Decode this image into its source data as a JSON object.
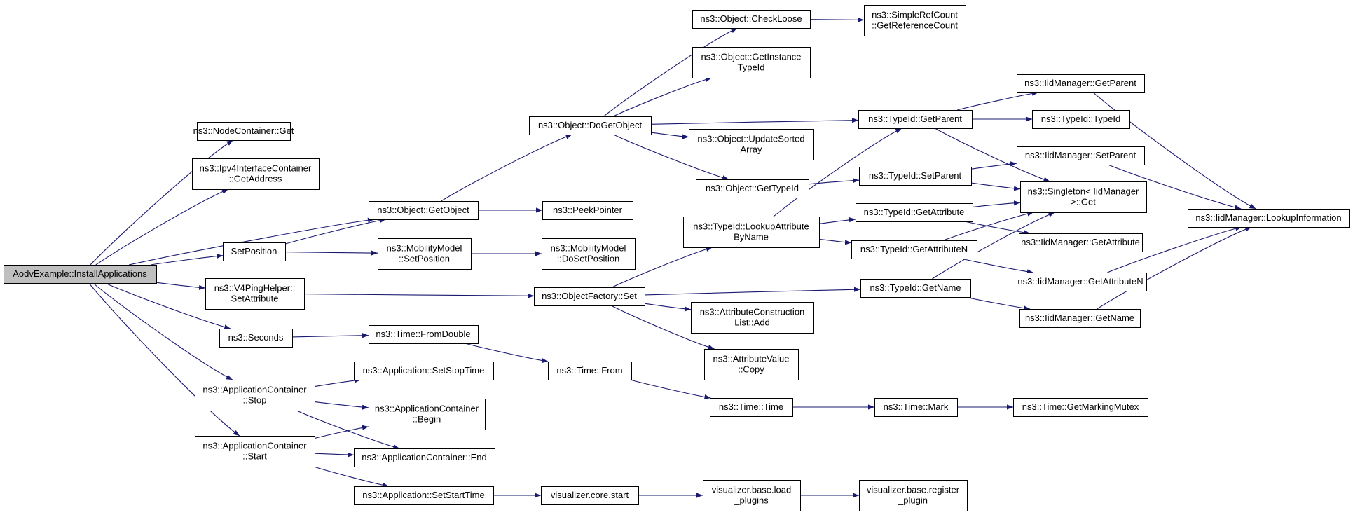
{
  "colors": {
    "edge": "#191970",
    "node_border": "#000000",
    "node_fill": "#ffffff",
    "root_fill": "#bfbfbf",
    "background": "#ffffff"
  },
  "root": "n_root",
  "nodes": [
    {
      "id": "n_root",
      "lines": [
        "AodvExample::InstallApplications"
      ]
    },
    {
      "id": "n_nc_get",
      "lines": [
        "ns3::NodeContainer::Get"
      ]
    },
    {
      "id": "n_ipv4_getaddr",
      "lines": [
        "ns3::Ipv4InterfaceContainer",
        "::GetAddress"
      ]
    },
    {
      "id": "n_obj_getobject",
      "lines": [
        "ns3::Object::GetObject"
      ]
    },
    {
      "id": "n_setposition",
      "lines": [
        "SetPosition"
      ]
    },
    {
      "id": "n_v4ping_setattr",
      "lines": [
        "ns3::V4PingHelper::",
        "SetAttribute"
      ]
    },
    {
      "id": "n_seconds",
      "lines": [
        "ns3::Seconds"
      ]
    },
    {
      "id": "n_appc_stop",
      "lines": [
        "ns3::ApplicationContainer",
        "::Stop"
      ]
    },
    {
      "id": "n_appc_start",
      "lines": [
        "ns3::ApplicationContainer",
        "::Start"
      ]
    },
    {
      "id": "n_peekpointer",
      "lines": [
        "ns3::PeekPointer"
      ]
    },
    {
      "id": "n_mm_setposition",
      "lines": [
        "ns3::MobilityModel",
        "::SetPosition"
      ]
    },
    {
      "id": "n_mm_dosetposition",
      "lines": [
        "ns3::MobilityModel",
        "::DoSetPosition"
      ]
    },
    {
      "id": "n_time_fromdouble",
      "lines": [
        "ns3::Time::FromDouble"
      ]
    },
    {
      "id": "n_time_from",
      "lines": [
        "ns3::Time::From"
      ]
    },
    {
      "id": "n_app_setstoptime",
      "lines": [
        "ns3::Application::SetStopTime"
      ]
    },
    {
      "id": "n_appc_begin",
      "lines": [
        "ns3::ApplicationContainer",
        "::Begin"
      ]
    },
    {
      "id": "n_appc_end",
      "lines": [
        "ns3::ApplicationContainer::End"
      ]
    },
    {
      "id": "n_app_setstarttime",
      "lines": [
        "ns3::Application::SetStartTime"
      ]
    },
    {
      "id": "n_viz_core_start",
      "lines": [
        "visualizer.core.start"
      ]
    },
    {
      "id": "n_viz_load_plugins",
      "lines": [
        "visualizer.base.load",
        "_plugins"
      ]
    },
    {
      "id": "n_viz_register_plugin",
      "lines": [
        "visualizer.base.register",
        "_plugin"
      ]
    },
    {
      "id": "n_obj_dogetobject",
      "lines": [
        "ns3::Object::DoGetObject"
      ]
    },
    {
      "id": "n_obj_checkloose",
      "lines": [
        "ns3::Object::CheckLoose"
      ]
    },
    {
      "id": "n_simplerefcount",
      "lines": [
        "ns3::SimpleRefCount",
        "::GetReferenceCount"
      ]
    },
    {
      "id": "n_obj_getinstancetypeid",
      "lines": [
        "ns3::Object::GetInstance",
        "TypeId"
      ]
    },
    {
      "id": "n_obj_updatesortedarray",
      "lines": [
        "ns3::Object::UpdateSorted",
        "Array"
      ]
    },
    {
      "id": "n_obj_gettypeid",
      "lines": [
        "ns3::Object::GetTypeId"
      ]
    },
    {
      "id": "n_tid_getparent",
      "lines": [
        "ns3::TypeId::GetParent"
      ]
    },
    {
      "id": "n_iidm_getparent",
      "lines": [
        "ns3::IidManager::GetParent"
      ]
    },
    {
      "id": "n_tid_typeid",
      "lines": [
        "ns3::TypeId::TypeId"
      ]
    },
    {
      "id": "n_tid_setparent",
      "lines": [
        "ns3::TypeId::SetParent"
      ]
    },
    {
      "id": "n_iidm_setparent",
      "lines": [
        "ns3::IidManager::SetParent"
      ]
    },
    {
      "id": "n_singleton_get",
      "lines": [
        "ns3::Singleton< IidManager",
        ">::Get"
      ]
    },
    {
      "id": "n_iidm_lookupinfo",
      "lines": [
        "ns3::IidManager::LookupInformation"
      ]
    },
    {
      "id": "n_tid_lookupattrbyname",
      "lines": [
        "ns3::TypeId::LookupAttribute",
        "ByName"
      ]
    },
    {
      "id": "n_tid_getattribute",
      "lines": [
        "ns3::TypeId::GetAttribute"
      ]
    },
    {
      "id": "n_iidm_getattribute",
      "lines": [
        "ns3::IidManager::GetAttribute"
      ]
    },
    {
      "id": "n_tid_getattributen",
      "lines": [
        "ns3::TypeId::GetAttributeN"
      ]
    },
    {
      "id": "n_iidm_getattributen",
      "lines": [
        "ns3::IidManager::GetAttributeN"
      ]
    },
    {
      "id": "n_objfactory_set",
      "lines": [
        "ns3::ObjectFactory::Set"
      ]
    },
    {
      "id": "n_tid_getname",
      "lines": [
        "ns3::TypeId::GetName"
      ]
    },
    {
      "id": "n_iidm_getname",
      "lines": [
        "ns3::IidManager::GetName"
      ]
    },
    {
      "id": "n_attrconstr_add",
      "lines": [
        "ns3::AttributeConstruction",
        "List::Add"
      ]
    },
    {
      "id": "n_attrvalue_copy",
      "lines": [
        "ns3::AttributeValue",
        "::Copy"
      ]
    },
    {
      "id": "n_time_time",
      "lines": [
        "ns3::Time::Time"
      ]
    },
    {
      "id": "n_time_mark",
      "lines": [
        "ns3::Time::Mark"
      ]
    },
    {
      "id": "n_time_getmarkingmutex",
      "lines": [
        "ns3::Time::GetMarkingMutex"
      ]
    }
  ],
  "edges": [
    [
      "n_root",
      "n_nc_get"
    ],
    [
      "n_root",
      "n_ipv4_getaddr"
    ],
    [
      "n_root",
      "n_obj_getobject"
    ],
    [
      "n_root",
      "n_setposition"
    ],
    [
      "n_root",
      "n_v4ping_setattr"
    ],
    [
      "n_root",
      "n_seconds"
    ],
    [
      "n_root",
      "n_appc_stop"
    ],
    [
      "n_root",
      "n_appc_start"
    ],
    [
      "n_obj_getobject",
      "n_peekpointer"
    ],
    [
      "n_obj_getobject",
      "n_obj_dogetobject"
    ],
    [
      "n_setposition",
      "n_obj_getobject"
    ],
    [
      "n_setposition",
      "n_mm_setposition"
    ],
    [
      "n_mm_setposition",
      "n_mm_dosetposition"
    ],
    [
      "n_v4ping_setattr",
      "n_objfactory_set"
    ],
    [
      "n_seconds",
      "n_time_fromdouble"
    ],
    [
      "n_time_fromdouble",
      "n_time_from"
    ],
    [
      "n_time_from",
      "n_time_time"
    ],
    [
      "n_time_time",
      "n_time_mark"
    ],
    [
      "n_time_mark",
      "n_time_getmarkingmutex"
    ],
    [
      "n_appc_stop",
      "n_app_setstoptime"
    ],
    [
      "n_appc_stop",
      "n_appc_begin"
    ],
    [
      "n_appc_stop",
      "n_appc_end"
    ],
    [
      "n_appc_start",
      "n_appc_begin"
    ],
    [
      "n_appc_start",
      "n_appc_end"
    ],
    [
      "n_appc_start",
      "n_app_setstarttime"
    ],
    [
      "n_app_setstarttime",
      "n_viz_core_start"
    ],
    [
      "n_viz_core_start",
      "n_viz_load_plugins"
    ],
    [
      "n_viz_load_plugins",
      "n_viz_register_plugin"
    ],
    [
      "n_obj_dogetobject",
      "n_obj_checkloose"
    ],
    [
      "n_obj_dogetobject",
      "n_obj_getinstancetypeid"
    ],
    [
      "n_obj_dogetobject",
      "n_tid_getparent"
    ],
    [
      "n_obj_dogetobject",
      "n_obj_updatesortedarray"
    ],
    [
      "n_obj_dogetobject",
      "n_obj_gettypeid"
    ],
    [
      "n_obj_checkloose",
      "n_simplerefcount"
    ],
    [
      "n_obj_gettypeid",
      "n_tid_setparent"
    ],
    [
      "n_tid_getparent",
      "n_iidm_getparent"
    ],
    [
      "n_tid_getparent",
      "n_tid_typeid"
    ],
    [
      "n_tid_getparent",
      "n_singleton_get"
    ],
    [
      "n_iidm_getparent",
      "n_iidm_lookupinfo"
    ],
    [
      "n_tid_setparent",
      "n_iidm_setparent"
    ],
    [
      "n_tid_setparent",
      "n_singleton_get"
    ],
    [
      "n_iidm_setparent",
      "n_iidm_lookupinfo"
    ],
    [
      "n_objfactory_set",
      "n_tid_lookupattrbyname"
    ],
    [
      "n_objfactory_set",
      "n_tid_getname"
    ],
    [
      "n_objfactory_set",
      "n_attrconstr_add"
    ],
    [
      "n_objfactory_set",
      "n_attrvalue_copy"
    ],
    [
      "n_tid_lookupattrbyname",
      "n_tid_getparent"
    ],
    [
      "n_tid_lookupattrbyname",
      "n_tid_getattribute"
    ],
    [
      "n_tid_lookupattrbyname",
      "n_tid_getattributen"
    ],
    [
      "n_tid_getattribute",
      "n_singleton_get"
    ],
    [
      "n_tid_getattribute",
      "n_iidm_getattribute"
    ],
    [
      "n_tid_getattributen",
      "n_singleton_get"
    ],
    [
      "n_tid_getattributen",
      "n_iidm_getattributen"
    ],
    [
      "n_iidm_getattributen",
      "n_iidm_lookupinfo"
    ],
    [
      "n_tid_getname",
      "n_singleton_get"
    ],
    [
      "n_tid_getname",
      "n_iidm_getname"
    ],
    [
      "n_iidm_getname",
      "n_iidm_lookupinfo"
    ]
  ]
}
